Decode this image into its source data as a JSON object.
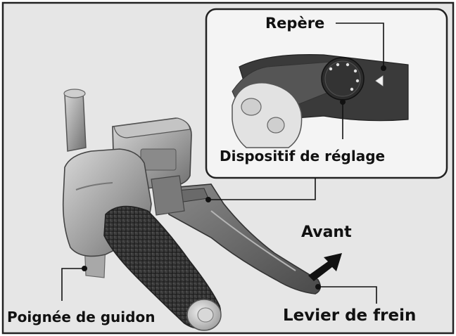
{
  "labels": {
    "mark": "Repère",
    "adjuster": "Dispositif de réglage",
    "forward": "Avant",
    "handlebar_grip": "Poignée de guidon",
    "brake_lever": "Levier de frein"
  },
  "colors": {
    "background": "#e6e6e6",
    "frame": "#222222",
    "inset_background": "#f4f4f4",
    "leader_line": "#111111"
  }
}
